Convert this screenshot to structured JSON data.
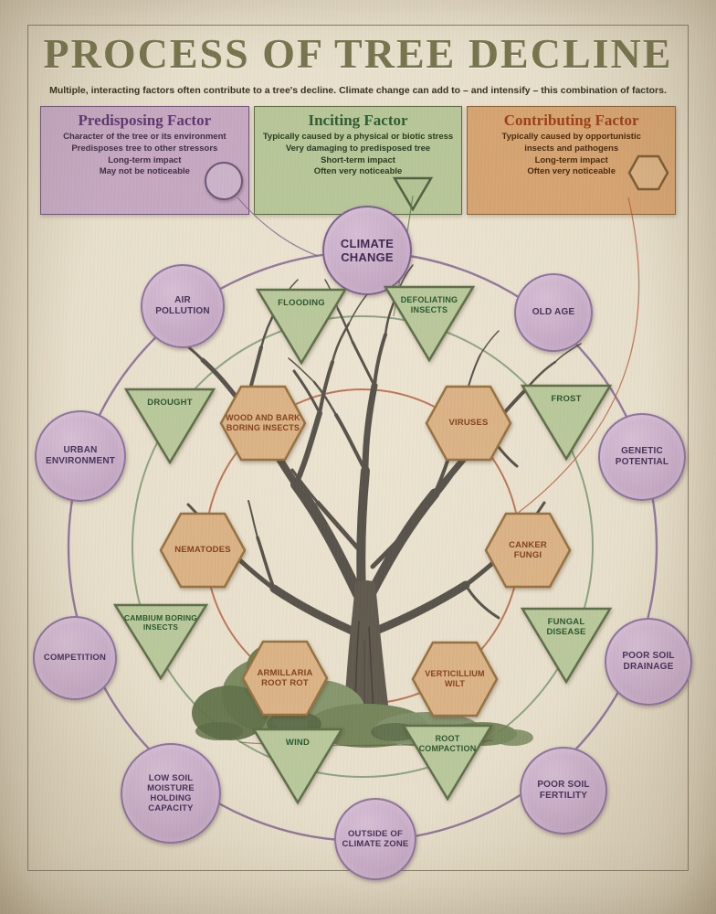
{
  "page": {
    "title": "PROCESS OF TREE DECLINE",
    "subtitle": "Multiple, interacting factors often contribute to a tree's decline. Climate change can add to – and intensify – this combination of factors."
  },
  "legend": [
    {
      "title": "Predisposing Factor",
      "lines": [
        "Character of the tree or its environment",
        "Predisposes tree to other stressors",
        "Long-term impact",
        "May not be noticeable"
      ],
      "shape": "circle-icon",
      "fill": "#c5a8c1"
    },
    {
      "title": "Inciting Factor",
      "lines": [
        "Typically caused by a physical or biotic stress",
        "Very damaging to predisposed tree",
        "Short-term impact",
        "Often very noticeable"
      ],
      "shape": "triangle-icon",
      "fill": "#b7c698"
    },
    {
      "title": "Contributing Factor",
      "lines": [
        "Typically caused by opportunistic",
        "insects and pathogens",
        "Long-term impact",
        "Often very noticeable"
      ],
      "shape": "hexagon-icon",
      "fill": "#d5a371"
    }
  ],
  "factors": {
    "predisposing": [
      {
        "label": "CLIMATE\nCHANGE"
      },
      {
        "label": "AIR\nPOLLUTION"
      },
      {
        "label": "OLD AGE"
      },
      {
        "label": "URBAN\nENVIRONMENT"
      },
      {
        "label": "GENETIC\nPOTENTIAL"
      },
      {
        "label": "COMPETITION"
      },
      {
        "label": "POOR SOIL\nDRAINAGE"
      },
      {
        "label": "LOW SOIL\nMOISTURE\nHOLDING\nCAPACITY"
      },
      {
        "label": "POOR SOIL\nFERTILITY"
      },
      {
        "label": "OUTSIDE OF\nCLIMATE ZONE"
      }
    ],
    "inciting": [
      {
        "label": "FLOODING"
      },
      {
        "label": "DEFOLIATING\nINSECTS"
      },
      {
        "label": "DROUGHT"
      },
      {
        "label": "FROST"
      },
      {
        "label": "CAMBIUM BORING\nINSECTS"
      },
      {
        "label": "FUNGAL\nDISEASE"
      },
      {
        "label": "WIND"
      },
      {
        "label": "ROOT\nCOMPACTION"
      }
    ],
    "contributing": [
      {
        "label": "WOOD AND BARK\nBORING INSECTS"
      },
      {
        "label": "VIRUSES"
      },
      {
        "label": "NEMATODES"
      },
      {
        "label": "CANKER\nFUNGI"
      },
      {
        "label": "ARMILLARIA\nROOT ROT"
      },
      {
        "label": "VERTICILLIUM\nWILT"
      }
    ]
  },
  "colors": {
    "predisposing_ring": "#7a5c8e",
    "inciting_ring": "#6d8f66",
    "contributing_ring": "#b05a38"
  }
}
